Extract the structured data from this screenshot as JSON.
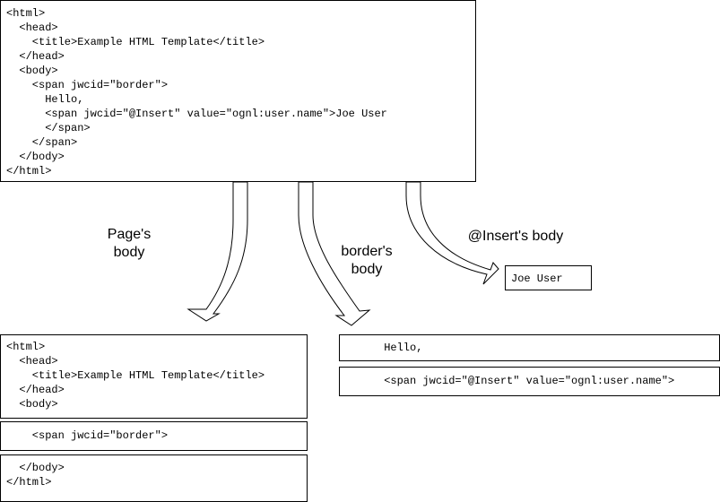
{
  "template_box": {
    "lines": [
      "<html>",
      "  <head>",
      "    <title>Example HTML Template</title>",
      "  </head>",
      "  <body>",
      "    <span jwcid=\"border\">",
      "      Hello,",
      "      <span jwcid=\"@Insert\" value=\"ognl:user.name\">Joe User",
      "      </span>",
      "    </span>",
      "  </body>",
      "</html>"
    ]
  },
  "labels": {
    "page_body": "Page's\nbody",
    "border_body": "border's\nbody",
    "insert_body": "@Insert's body"
  },
  "page_body_boxes": {
    "head_lines": [
      "<html>",
      "  <head>",
      "    <title>Example HTML Template</title>",
      "  </head>",
      "  <body>"
    ],
    "span_lines": [
      "    <span jwcid=\"border\">"
    ],
    "tail_lines": [
      "  </body>",
      "</html>"
    ]
  },
  "border_body_boxes": {
    "hello_text": "      Hello,",
    "insert_text": "      <span jwcid=\"@Insert\" value=\"ognl:user.name\">"
  },
  "insert_body_box": {
    "text": "Joe User"
  }
}
